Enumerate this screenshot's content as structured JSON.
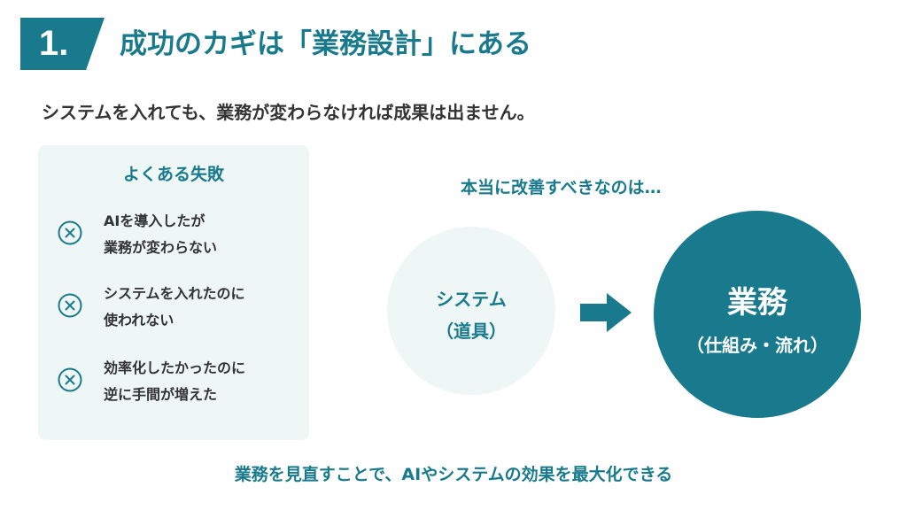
{
  "header": {
    "number": "1.",
    "title": "成功のカギは「業務設計」にある"
  },
  "subtitle": "システムを入れても、業務が変わらなければ成果は出ません。",
  "failures": {
    "heading": "よくある失敗",
    "items": [
      {
        "line1": "AIを導入したが",
        "line2": "業務が変わらない",
        "icon": "x-circle-icon"
      },
      {
        "line1": "システムを入れたのに",
        "line2": "使われない",
        "icon": "x-circle-icon"
      },
      {
        "line1": "効率化したかったのに",
        "line2": "逆に手間が増えた",
        "icon": "x-circle-icon"
      }
    ]
  },
  "comparison": {
    "lead": "本当に改善すべきなのは…",
    "from_label": "システム",
    "from_sub": "（道具）",
    "to_label": "業務",
    "to_sub": "（仕組み・流れ）"
  },
  "footer": "業務を見直すことで、AIやシステムの効果を最大化できる",
  "colors": {
    "accent": "#187a8c",
    "panel": "#eef6f6",
    "text": "#333333"
  }
}
